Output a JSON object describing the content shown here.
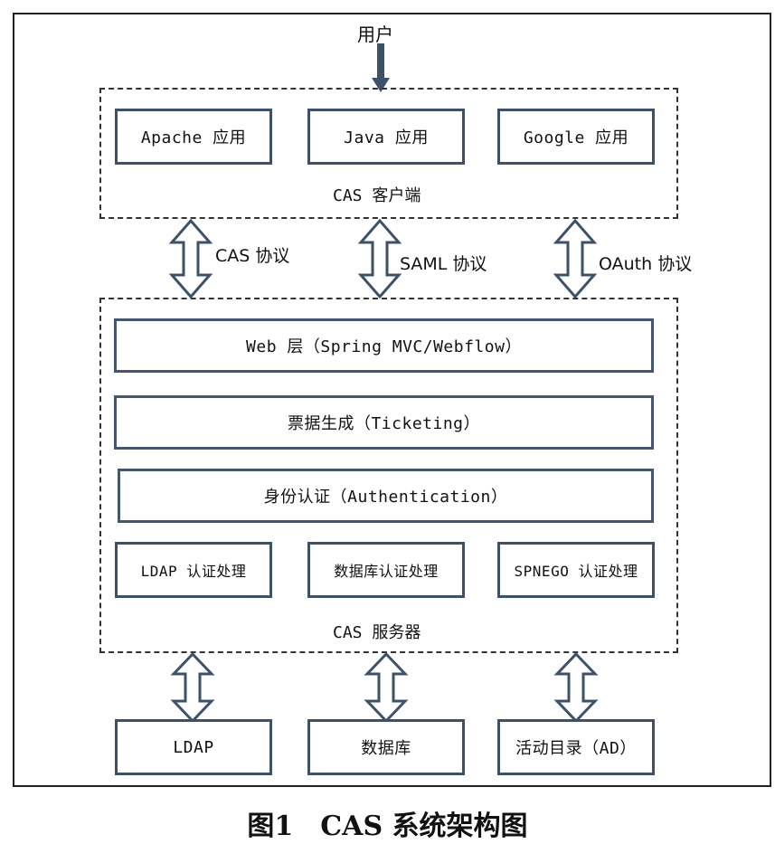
{
  "user": "用户",
  "client": {
    "label": "CAS 客户端",
    "apps": [
      "Apache 应用",
      "Java 应用",
      "Google 应用"
    ]
  },
  "protocols": [
    "CAS 协议",
    "SAML 协议",
    "OAuth 协议"
  ],
  "server": {
    "label": "CAS 服务器",
    "layers": [
      "Web 层（Spring MVC/Webflow）",
      "票据生成（Ticketing）",
      "身份认证（Authentication）"
    ],
    "handlers": [
      "LDAP 认证处理",
      "数据库认证处理",
      "SPNEGO 认证处理"
    ]
  },
  "backends": [
    "LDAP",
    "数据库",
    "活动目录（AD）"
  ],
  "caption": "图1　CAS 系统架构图",
  "colors": {
    "box_border": "#3d5169",
    "dash": "#333333",
    "arrow": "#3d5169"
  }
}
